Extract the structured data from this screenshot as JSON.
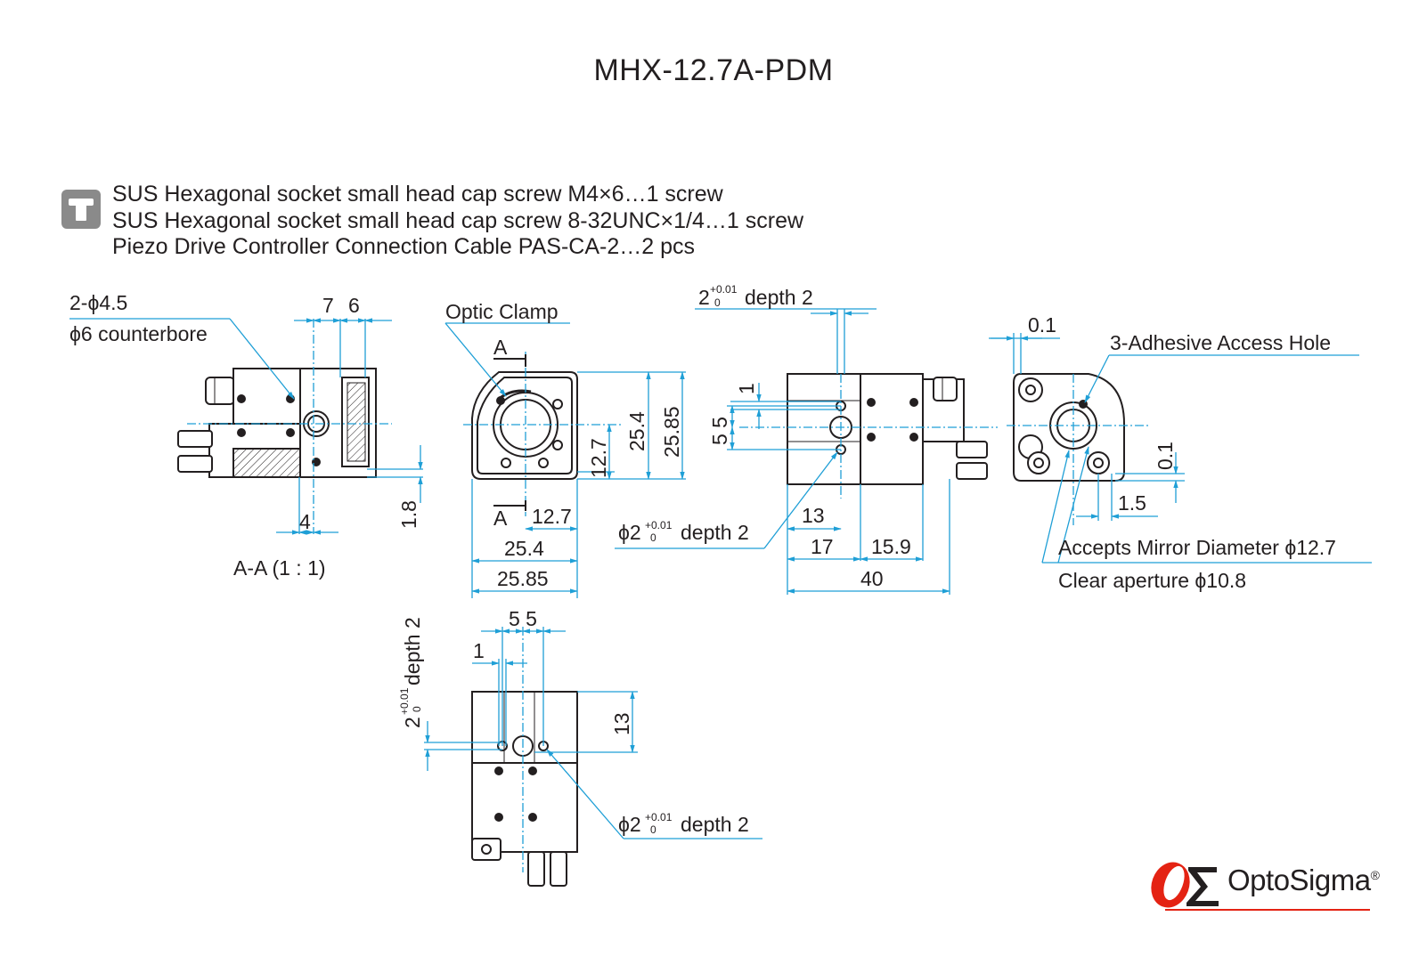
{
  "title": "MHX-12.7A-PDM",
  "accessories": {
    "icon": "screw-accessory-icon",
    "lines": [
      "SUS Hexagonal socket small head cap screw M4×6…1 screw",
      "SUS Hexagonal socket small head cap screw 8-32UNC×1/4…1 screw",
      "Piezo Drive Controller Connection Cable PAS-CA-2…2 pcs"
    ]
  },
  "section_view": {
    "hole_label": "2-ϕ4.5",
    "counterbore_label": "ϕ6 counterbore",
    "dim_7": "7",
    "dim_6": "6",
    "dim_4": "4",
    "dim_1_8": "1.8",
    "caption": "A-A (1 : 1)"
  },
  "front_view": {
    "optic_clamp_label": "Optic Clamp",
    "section_mark_top": "A",
    "section_mark_bottom": "A",
    "dim_12_7_vertical": "12.7",
    "dim_25_4_vertical": "25.4",
    "dim_25_85_vertical": "25.85",
    "dim_12_7_horizontal": "12.7",
    "dim_25_4_horizontal": "25.4",
    "dim_25_85_horizontal": "25.85"
  },
  "side_view": {
    "pin_top_main": "2",
    "pin_top_sup": "+0.01",
    "pin_top_sub": "0",
    "pin_top_suffix": "depth 2",
    "dim_1": "1",
    "dim_5_5": "5 5",
    "pin_bottom_prefix": "ϕ2",
    "pin_bottom_sup": "+0.01",
    "pin_bottom_sub": "0",
    "pin_bottom_suffix": "depth 2",
    "dim_13": "13",
    "dim_17": "17",
    "dim_15_9": "15.9",
    "dim_40": "40"
  },
  "rear_view": {
    "dim_0_1_top": "0.1",
    "adhesive_label": "3-Adhesive Access Hole",
    "dim_0_1_side": "0.1",
    "dim_1_5": "1.5",
    "mirror_label": "Accepts Mirror Diameter ϕ12.7",
    "aperture_label": "Clear aperture ϕ10.8"
  },
  "bottom_view": {
    "dim_5_5": "5 5",
    "dim_1": "1",
    "pin_left_main": "2",
    "pin_left_sup": "+0.01",
    "pin_left_sub": "0",
    "pin_left_suffix": "depth 2",
    "dim_13": "13",
    "pin_right_prefix": "ϕ2",
    "pin_right_sup": "+0.01",
    "pin_right_sub": "0",
    "pin_right_suffix": "depth 2"
  },
  "logo": {
    "text": "OptoSigma",
    "mark": "®",
    "colors": {
      "red": "#e42313",
      "dim_line": "#1f9fd6",
      "body": "#231f20"
    }
  }
}
